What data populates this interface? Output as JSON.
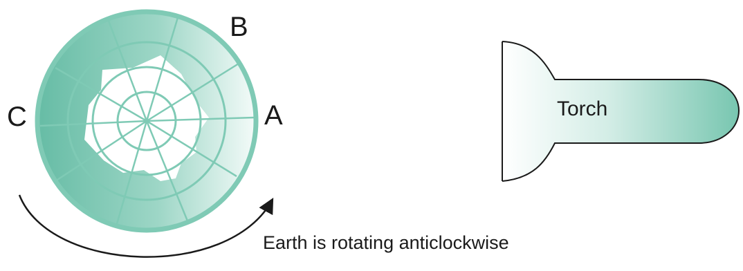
{
  "diagram": {
    "points": {
      "a": "A",
      "b": "B",
      "c": "C"
    },
    "torch_label": "Torch",
    "rotation_caption": "Earth is rotating anticlockwise"
  },
  "colors": {
    "earth_teal": "#7fcab5",
    "earth_light": "#eef8f5",
    "outline": "#1a1a1a"
  },
  "icons": {
    "earth": "earth-globe-icon",
    "torch": "torch-icon",
    "arrow": "curved-arrow-icon"
  }
}
